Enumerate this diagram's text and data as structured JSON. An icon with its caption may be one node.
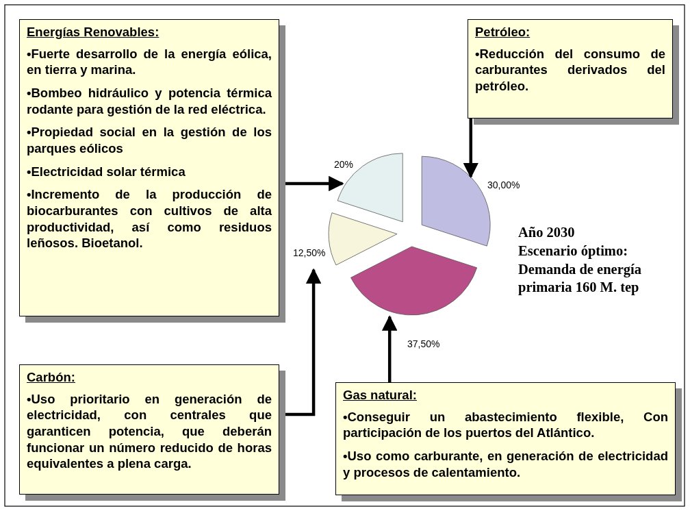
{
  "diagram": {
    "nodes": [
      {
        "text": [
          "Energías Renovables:",
          "•Fuerte desarrollo de la energía eólica, en tierra y marina.",
          "•Bombeo hidráulico y potencia térmica rodante para gestión de la red eléctrica.",
          "•Propiedad social en la gestión de los parques eólicos",
          "•Electricidad solar térmica",
          "•Incremento de la producción de biocarburantes con cultivos de alta productividad, así como residuos leñosos. Bioetanol."
        ]
      },
      {
        "text": [
          "Petróleo:",
          "•Reducción del consumo de carburantes derivados del petróleo."
        ]
      },
      {
        "text": [],
        "shape": "wedge",
        "beside": [
          "20%"
        ]
      },
      {
        "text": [],
        "shape": "wedge",
        "beside": [
          "30,00%"
        ]
      },
      {
        "text": [],
        "shape": "wedge",
        "beside": [
          "12,50%"
        ]
      },
      {
        "text": [],
        "shape": "wedge",
        "beside": [
          "37,50%"
        ]
      },
      {
        "text": [
          "Carbón:",
          "•Uso prioritario en generación de electricidad, con centrales que garanticen potencia, que deberán funcionar un número reducido de horas equivalentes a plena carga."
        ]
      },
      {
        "text": [
          "Gas natural:",
          "•Conseguir un abastecimiento flexible, Con participación de los puertos del Atlántico.",
          "•Uso como carburante, en generación de electricidad y procesos de calentamiento."
        ]
      }
    ],
    "edges": [
      {
        "from": 0,
        "to": 2,
        "arrow": "to"
      },
      {
        "from": 1,
        "to": 3,
        "arrow": "to"
      },
      {
        "from": 6,
        "to": 4,
        "arrow": "to"
      },
      {
        "from": 7,
        "to": 5,
        "arrow": "to"
      }
    ],
    "labels": [
      "Año 2030",
      "Escenario óptimo:",
      "Demanda de energía primaria 160 M. tep"
    ]
  }
}
